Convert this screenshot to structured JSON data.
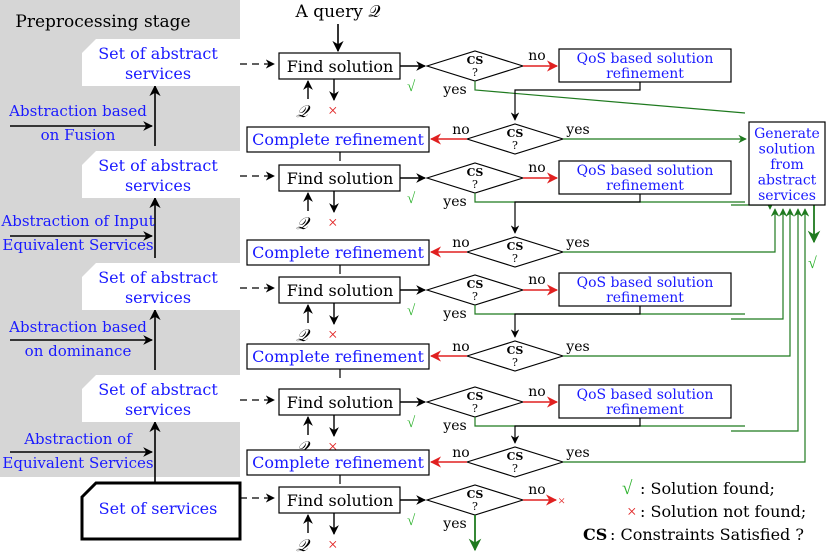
{
  "preprocessing": {
    "title": "Preprocessing stage",
    "abstract_sets": [
      "Set of abstract services",
      "Set of abstract services",
      "Set of abstract services",
      "Set of abstract services"
    ],
    "abstractions": [
      [
        "Abstraction based",
        "on Fusion"
      ],
      [
        "Abstraction of Input",
        "Equivalent Services"
      ],
      [
        "Abstraction based",
        "on dominance"
      ],
      [
        "Abstraction of",
        "Equivalent Services"
      ]
    ],
    "base_set": "Set of services"
  },
  "query_label": "A query 𝒬",
  "query_symbol": "𝒬",
  "find_solution": "Find solution",
  "cs_text": "CS",
  "cs_q": "?",
  "yes": "yes",
  "no": "no",
  "qos_lines": [
    "QoS based solution",
    "refinement"
  ],
  "complete_refinement": "Complete refinement",
  "generate_lines": [
    "Generate",
    "solution",
    "from",
    "abstract",
    "services"
  ],
  "check_mark": "√",
  "cross_mark": "×",
  "legend": {
    "found": ": Solution found;",
    "not_found": ": Solution not found;",
    "cs_key": "CS",
    "cs_desc": ": Constraints Satisfied ?"
  },
  "colors": {
    "blue": "#1a1aff",
    "green": "#1f7a1f",
    "red": "#e02020",
    "panel": "#d6d6d6"
  }
}
